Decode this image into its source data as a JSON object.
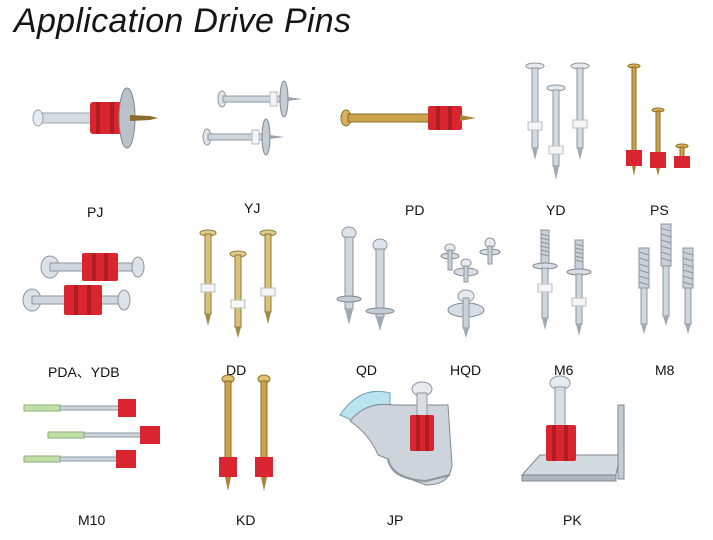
{
  "title": "Application Drive Pins",
  "items": [
    {
      "label": "PJ",
      "icon": "pj-pin"
    },
    {
      "label": "YJ",
      "icon": "yj-pin"
    },
    {
      "label": "PD",
      "icon": "pd-pin"
    },
    {
      "label": "YD",
      "icon": "yd-pin"
    },
    {
      "label": "PS",
      "icon": "ps-pin"
    },
    {
      "label": "PDA、YDB",
      "icon": "pda-ydb-pin"
    },
    {
      "label": "DD",
      "icon": "dd-pin"
    },
    {
      "label": "QD",
      "icon": "qd-pin"
    },
    {
      "label": "HQD",
      "icon": "hqd-pin"
    },
    {
      "label": "M6",
      "icon": "m6-pin"
    },
    {
      "label": "M8",
      "icon": "m8-pin"
    },
    {
      "label": "M10",
      "icon": "m10-pin"
    },
    {
      "label": "KD",
      "icon": "kd-pin"
    },
    {
      "label": "JP",
      "icon": "jp-clip-pin"
    },
    {
      "label": "PK",
      "icon": "pk-plate-pin"
    }
  ],
  "colors": {
    "red": "#d8252f",
    "steel": "#c9d0d8",
    "gold": "#c9a24a",
    "washer": "#e9eef2"
  }
}
